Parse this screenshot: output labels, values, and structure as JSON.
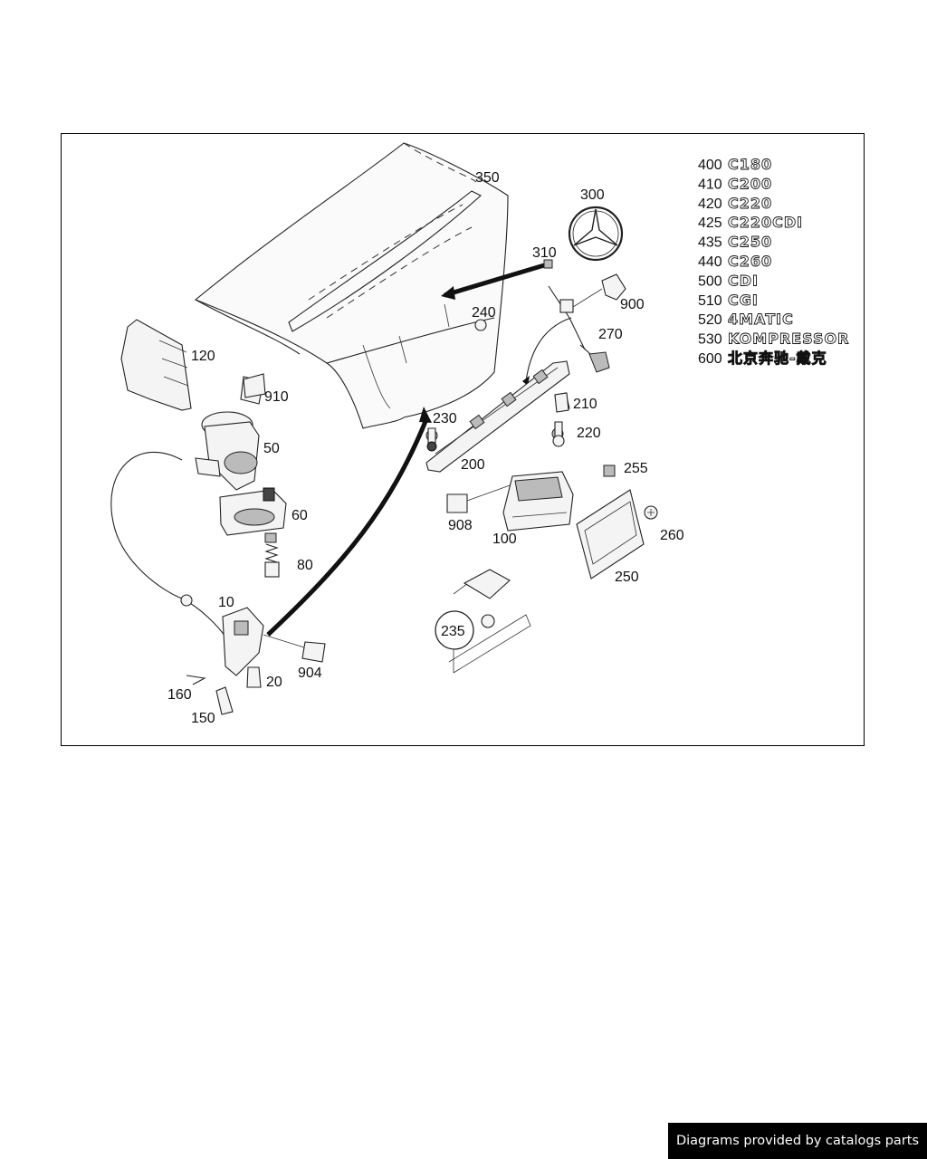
{
  "diagram": {
    "parts": [
      {
        "id": "p350",
        "label": "350"
      },
      {
        "id": "p300",
        "label": "300"
      },
      {
        "id": "p310",
        "label": "310"
      },
      {
        "id": "p900",
        "label": "900"
      },
      {
        "id": "p240",
        "label": "240"
      },
      {
        "id": "p270",
        "label": "270"
      },
      {
        "id": "p120",
        "label": "120"
      },
      {
        "id": "p910",
        "label": "910"
      },
      {
        "id": "p50",
        "label": "50"
      },
      {
        "id": "p60",
        "label": "60"
      },
      {
        "id": "p80",
        "label": "80"
      },
      {
        "id": "p10",
        "label": "10"
      },
      {
        "id": "p904",
        "label": "904"
      },
      {
        "id": "p20",
        "label": "20"
      },
      {
        "id": "p160",
        "label": "160"
      },
      {
        "id": "p150",
        "label": "150"
      },
      {
        "id": "p210",
        "label": "210"
      },
      {
        "id": "p230",
        "label": "230"
      },
      {
        "id": "p220",
        "label": "220"
      },
      {
        "id": "p200",
        "label": "200"
      },
      {
        "id": "p255",
        "label": "255"
      },
      {
        "id": "p908",
        "label": "908"
      },
      {
        "id": "p260",
        "label": "260"
      },
      {
        "id": "p100",
        "label": "100"
      },
      {
        "id": "p250",
        "label": "250"
      },
      {
        "id": "p235",
        "label": "235"
      }
    ],
    "badge_legend": [
      {
        "code": "400",
        "badge": "C180"
      },
      {
        "code": "410",
        "badge": "C200"
      },
      {
        "code": "420",
        "badge": "C220"
      },
      {
        "code": "425",
        "badge": "C220CDI"
      },
      {
        "code": "435",
        "badge": "C250"
      },
      {
        "code": "440",
        "badge": "C260"
      },
      {
        "code": "500",
        "badge": "CDI"
      },
      {
        "code": "510",
        "badge": "CGI"
      },
      {
        "code": "520",
        "badge": "4MATIC"
      },
      {
        "code": "530",
        "badge": "KOMPRESSOR"
      },
      {
        "code": "600",
        "badge": "北京奔驰-戴克"
      }
    ]
  },
  "watermark": {
    "text": "Diagrams provided by catalogs parts"
  }
}
